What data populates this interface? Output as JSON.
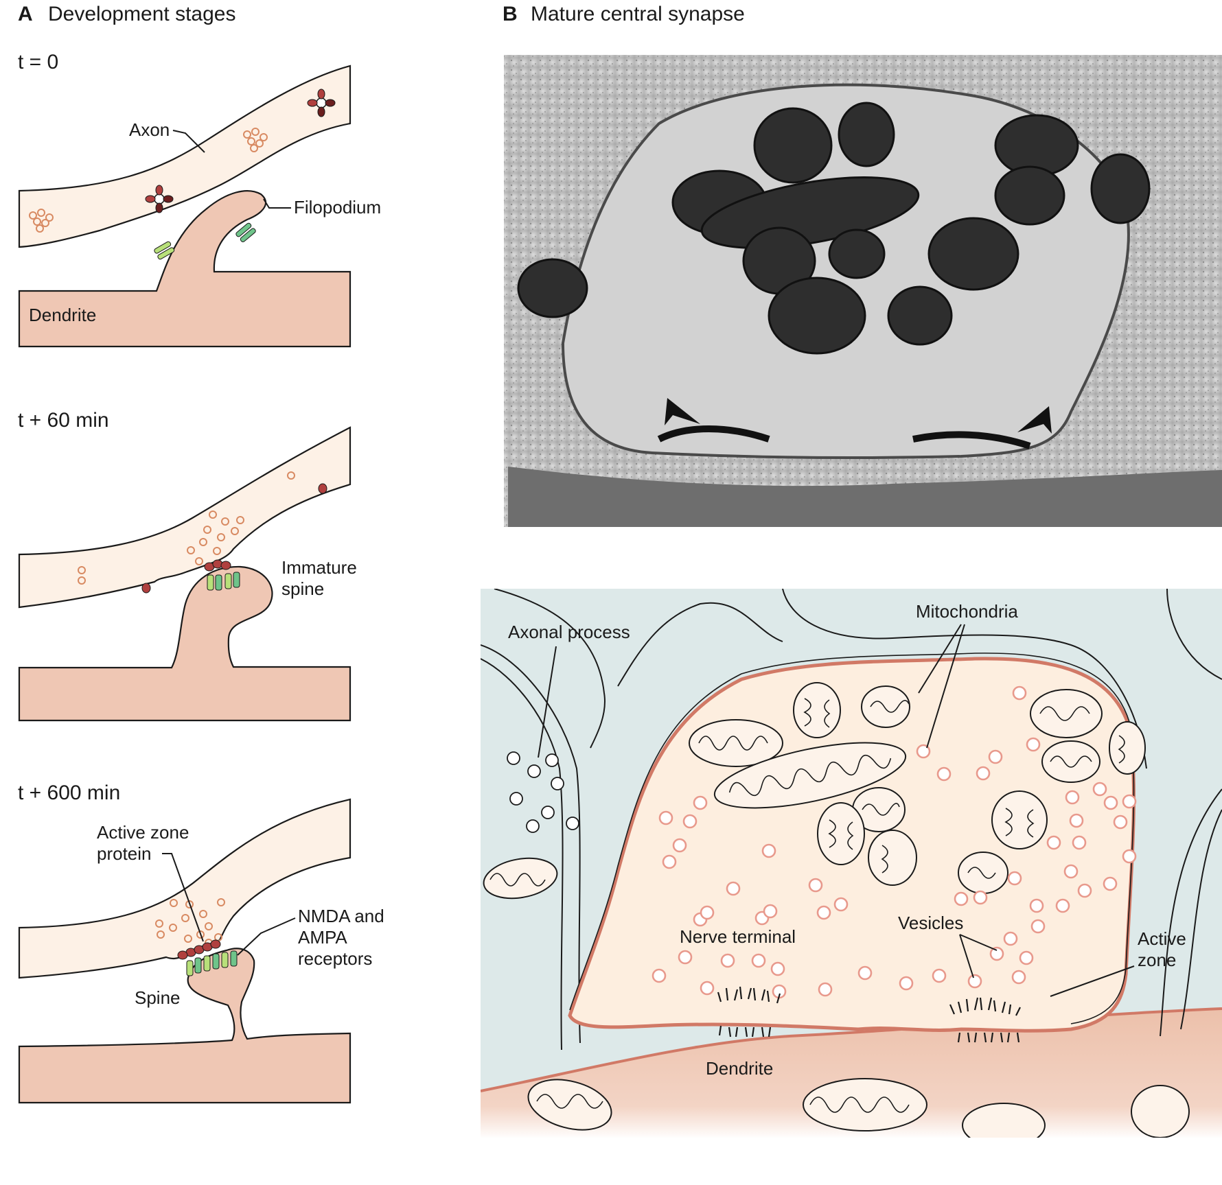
{
  "panel_a": {
    "letter": "A",
    "title": "Development stages",
    "stages": [
      {
        "label": "t = 0"
      },
      {
        "label": "t + 60 min"
      },
      {
        "label": "t + 600 min"
      }
    ],
    "labels": {
      "axon": "Axon",
      "filopodium": "Filopodium",
      "dendrite": "Dendrite",
      "immature_spine_1": "Immature",
      "immature_spine_2": "spine",
      "active_zone_protein_1": "Active zone",
      "active_zone_protein_2": "protein",
      "receptors_1": "NMDA and",
      "receptors_2": "AMPA",
      "receptors_3": "receptors",
      "spine": "Spine"
    }
  },
  "panel_b": {
    "letter": "B",
    "title": "Mature central synapse",
    "labels": {
      "axonal_process": "Axonal process",
      "mitochondria": "Mitochondria",
      "nerve_terminal": "Nerve terminal",
      "vesicles": "Vesicles",
      "active_zone_1": "Active",
      "active_zone_2": "zone",
      "dendrite": "Dendrite"
    }
  },
  "colors": {
    "axon_fill": "#fdf1e6",
    "dendrite_fill": "#efc7b4",
    "vesicle": "#d88a62",
    "receptor_green": "#b8e07a",
    "active_zone_protein": "#b0403f",
    "glia_blue": "#dde9e9",
    "terminal_membrane": "#e7a895"
  }
}
